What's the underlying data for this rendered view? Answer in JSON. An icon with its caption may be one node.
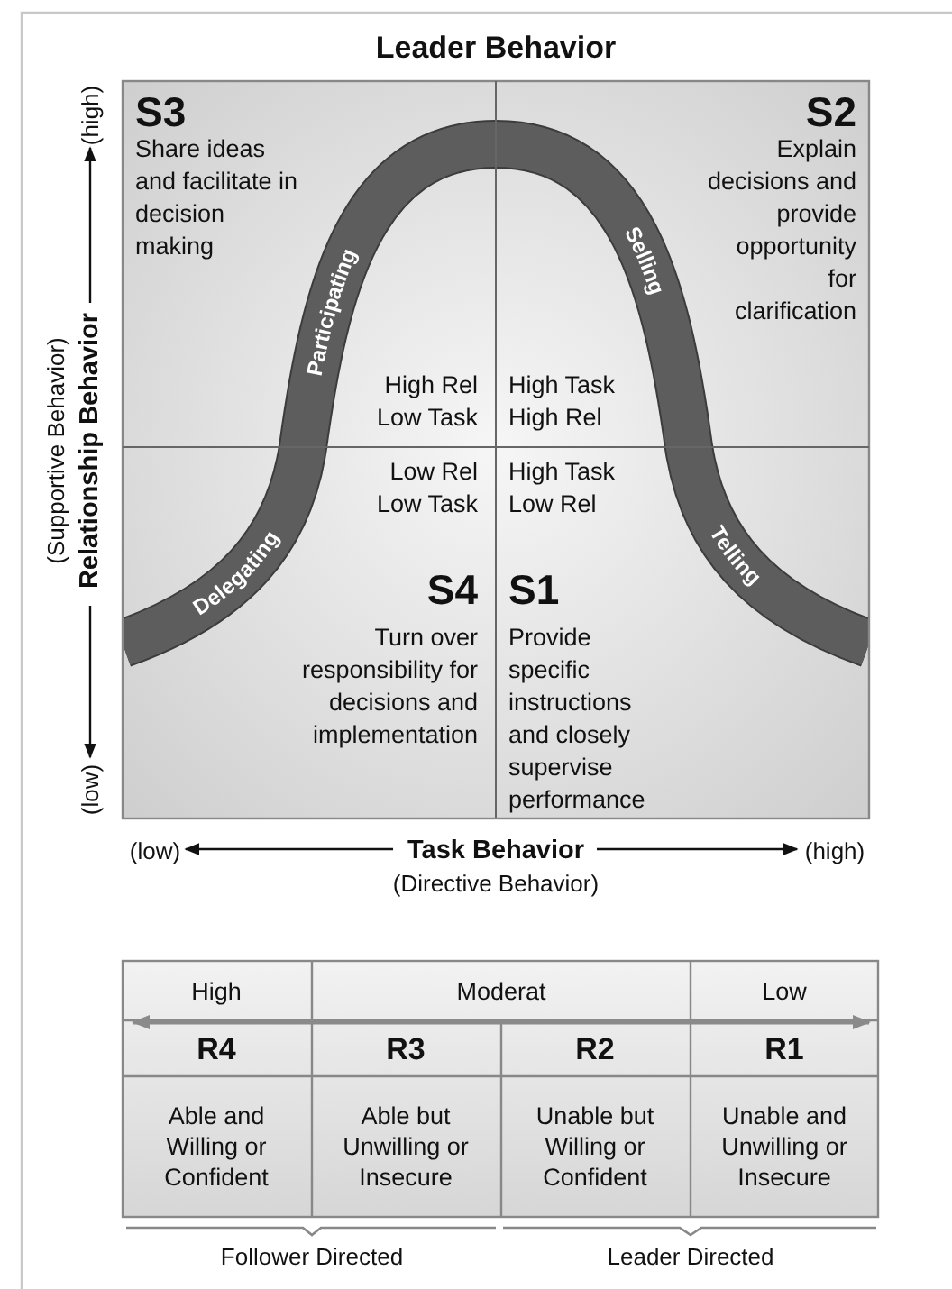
{
  "diagram": {
    "title": "Leader Behavior",
    "nodes": [
      {
        "text": [
          "S3",
          "Share ideas and facilitate in decision making",
          "High Rel Low Task"
        ]
      },
      {
        "text": [
          "S2",
          "Explain decisions and provide opportunity for clarification",
          "High Task High Rel"
        ]
      },
      {
        "text": [
          "Low Rel Low Task",
          "S4",
          "Turn over responsibility for decisions and implementation"
        ]
      },
      {
        "text": [
          "High Task Low Rel",
          "S1",
          "Provide specific instructions and closely supervise performance"
        ]
      }
    ],
    "labels": [
      "(Supportive Behavior)",
      "(high)",
      "Relationship Behavior",
      "(low)",
      "Participating",
      "Selling",
      "Delegating",
      "Telling",
      "(low)",
      "Task Behavior",
      "(high)",
      "(Directive Behavior)",
      "High",
      "Moderat",
      "Low",
      "R4",
      "R3",
      "R2",
      "R1",
      "Able and Willing or Confident",
      "Able but Unwilling or Insecure",
      "Unable but Willing or Confident",
      "Unable and Unwilling or Insecure",
      "Follower Directed",
      "Leader Directed"
    ]
  }
}
